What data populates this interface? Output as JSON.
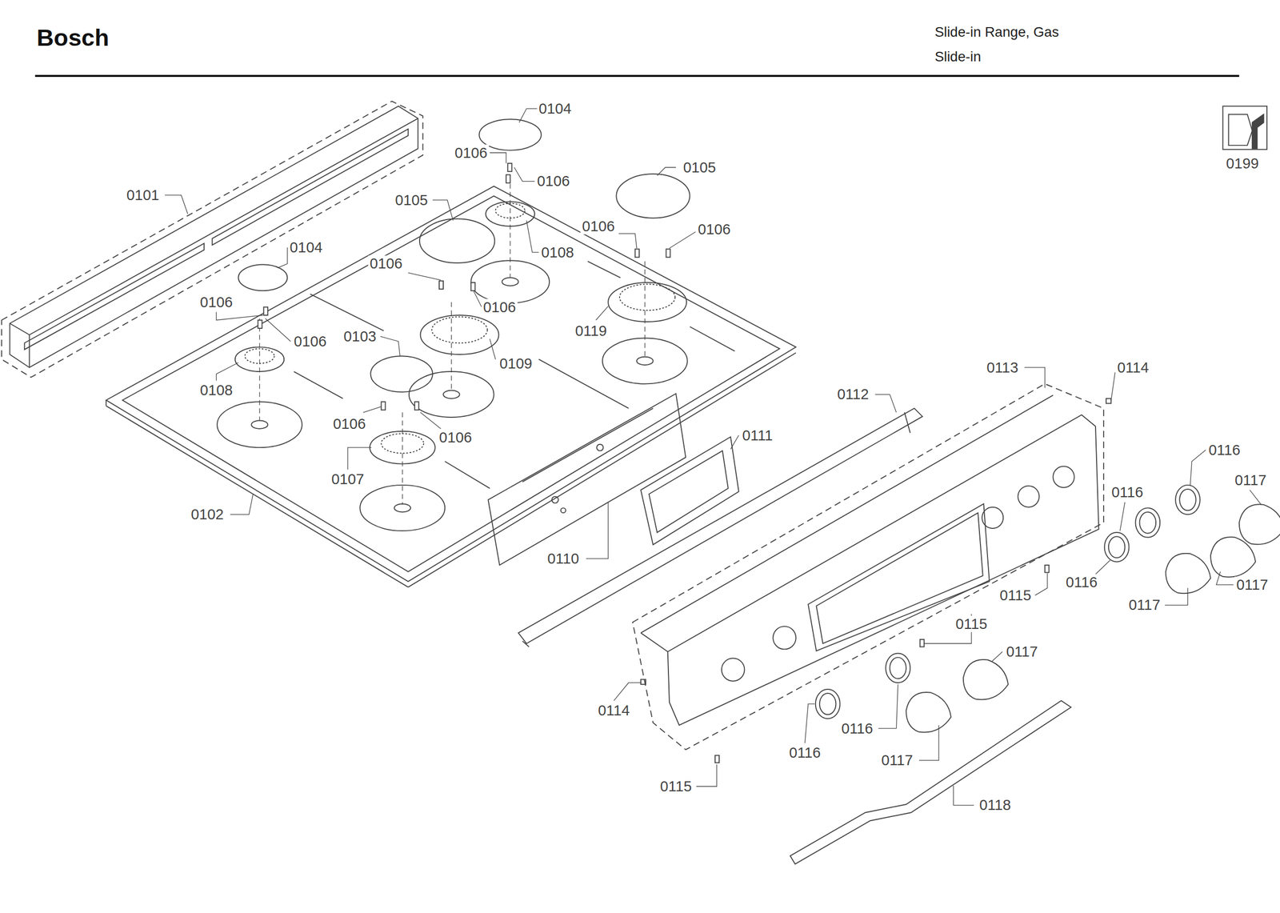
{
  "diagram": {
    "title": "Bosch",
    "labels": [
      "Slide-in Range, Gas",
      "Slide-in",
      "0104",
      "0106",
      "0106",
      "0105",
      "0105",
      "0101",
      "0104",
      "0108",
      "0106",
      "0106",
      "0106",
      "0106",
      "0106",
      "0106",
      "0103",
      "0119",
      "0109",
      "0108",
      "0106",
      "0106",
      "0107",
      "0102",
      "0199",
      "0113",
      "0114",
      "0112",
      "0111",
      "0116",
      "0117",
      "0116",
      "0110",
      "0116",
      "0115",
      "0117",
      "0117",
      "0115",
      "0117",
      "0114",
      "0116",
      "0116",
      "0117",
      "0115",
      "0118"
    ]
  }
}
